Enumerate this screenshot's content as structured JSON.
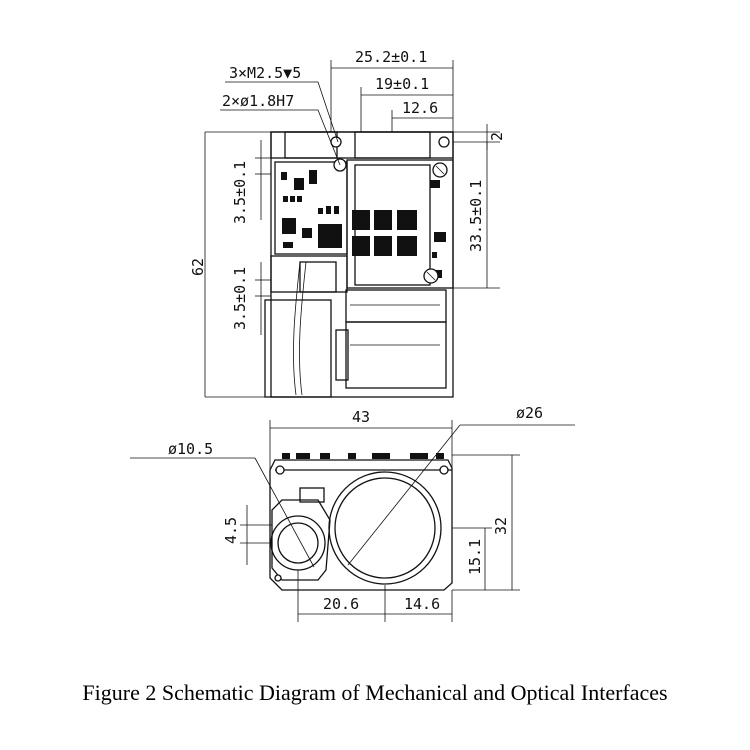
{
  "dimensions": {
    "d_25_2": "25.2±0.1",
    "d_19": "19±0.1",
    "d_12_6": "12.6",
    "d_2": "2",
    "d_screws": "3×M2.5▼5",
    "d_pins": "2×ø1.8H7",
    "d_3_5_top": "3.5±0.1",
    "d_3_5_bottom": "3.5±0.1",
    "d_33_5": "33.5±0.1",
    "d_62": "62",
    "d_43": "43",
    "d_26": "ø26",
    "d_10_5": "ø10.5",
    "d_4_5": "4.5",
    "d_32": "32",
    "d_15_1": "15.1",
    "d_20_6": "20.6",
    "d_14_6": "14.6"
  },
  "caption": "Figure 2 Schematic Diagram of Mechanical and Optical Interfaces"
}
